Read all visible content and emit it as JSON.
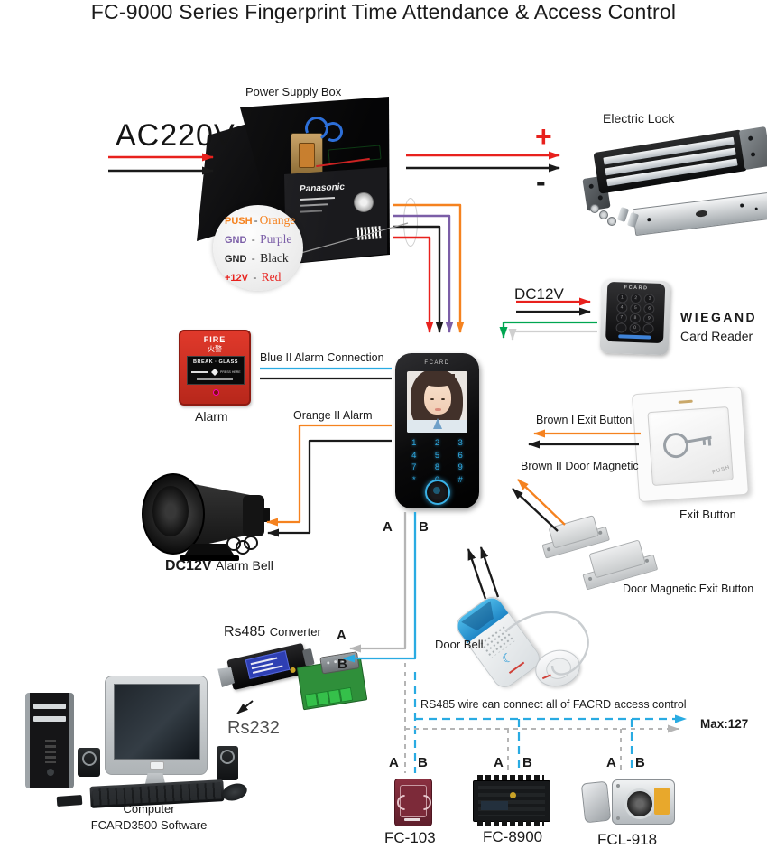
{
  "title": "FC-9000 Series Fingerprint Time Attendance & Access Control",
  "power_supply": {
    "label": "Power Supply Box",
    "battery_brand": "Panasonic"
  },
  "ac_input": "AC220V",
  "electric_lock": {
    "label": "Electric Lock",
    "plus": "+",
    "minus": "-"
  },
  "wire_legend": [
    {
      "pin": "PUSH",
      "name": "Orange"
    },
    {
      "pin": "GND",
      "name": "Purple"
    },
    {
      "pin": "GND",
      "name": "Black"
    },
    {
      "pin": "+12V",
      "name": "Red"
    }
  ],
  "card_reader": {
    "power": "DC12V",
    "brand": "FCARD",
    "title": "WIEGAND",
    "subtitle": "Card Reader",
    "keys": [
      "1",
      "2",
      "3",
      "4",
      "5",
      "6",
      "7",
      "8",
      "9",
      "",
      "0",
      ""
    ]
  },
  "alarm": {
    "label": "Alarm",
    "fire": "FIRE",
    "fire_cn": "火警",
    "break_glass": "BREAK · GLASS",
    "press": "PRESS HERE"
  },
  "main_device": {
    "brand": "FCARD",
    "keys": [
      "1",
      "2",
      "3",
      "4",
      "5",
      "6",
      "7",
      "8",
      "9",
      "*",
      "0",
      "#"
    ]
  },
  "connections": {
    "blue_alarm": "Blue II Alarm Connection",
    "orange_alarm": "Orange II Alarm",
    "brown_exit": "Brown I Exit Button",
    "brown_magnetic": "Brown II Door Magnetic"
  },
  "alarm_bell": {
    "power": "DC12V",
    "label": "Alarm Bell"
  },
  "exit_button": {
    "label": "Exit Button",
    "push": "PUSH"
  },
  "door_magnetic": {
    "label": "Door Magnetic Exit Button"
  },
  "door_bell": {
    "label": "Door Bell"
  },
  "converter": {
    "name": "Rs485",
    "type": "Converter",
    "serial": "Rs232"
  },
  "bus": {
    "a": "A",
    "b": "B",
    "note": "RS485 wire can connect all of FACRD access control",
    "max": "Max:127"
  },
  "computer": {
    "label": "Computer",
    "software": "FCARD3500 Software"
  },
  "slave_devices": [
    "FC-103",
    "FC-8900",
    "FCL-918"
  ]
}
